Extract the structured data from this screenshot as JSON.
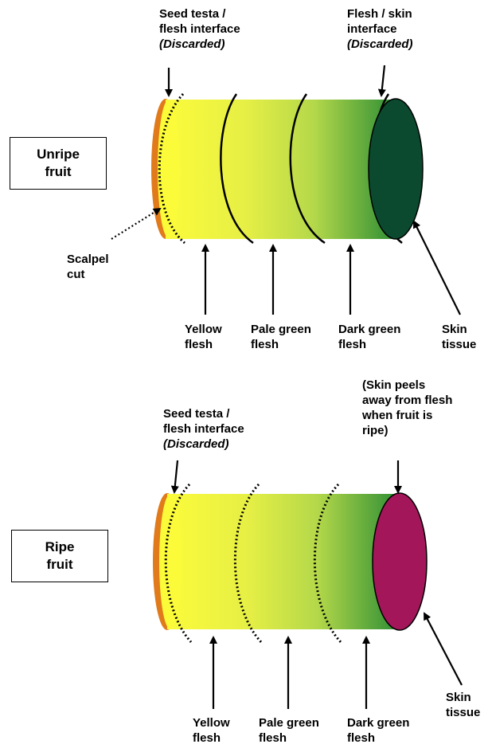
{
  "unripe": {
    "box": [
      "Unripe",
      "fruit"
    ],
    "seed_interface": [
      "Seed testa /",
      "flesh interface"
    ],
    "seed_discarded": "(Discarded)",
    "skin_interface": [
      "Flesh / skin",
      "interface"
    ],
    "skin_discarded": "(Discarded)",
    "scalpel": [
      "Scalpel",
      "cut"
    ],
    "yellow": [
      "Yellow",
      "flesh"
    ],
    "pale": [
      "Pale green",
      "flesh"
    ],
    "dark": [
      "Dark green",
      "flesh"
    ],
    "skin": [
      "Skin",
      "tissue"
    ],
    "skin_color": "#0b4a2f"
  },
  "ripe": {
    "box": [
      "Ripe",
      "fruit"
    ],
    "seed_interface": [
      "Seed testa /",
      "flesh interface"
    ],
    "seed_discarded": "(Discarded)",
    "peel_note": [
      "(Skin peels",
      "away from flesh",
      "when fruit is",
      "ripe)"
    ],
    "yellow": [
      "Yellow",
      "flesh"
    ],
    "pale": [
      "Pale green",
      "flesh"
    ],
    "dark": [
      "Dark green",
      "flesh"
    ],
    "skin": [
      "Skin",
      "tissue"
    ],
    "skin_color": "#a3175a"
  },
  "colors": {
    "yellow": "#f4f436",
    "pale": "#cfe24a",
    "dark": "#3c9a34",
    "edge": "#e07a1a"
  }
}
